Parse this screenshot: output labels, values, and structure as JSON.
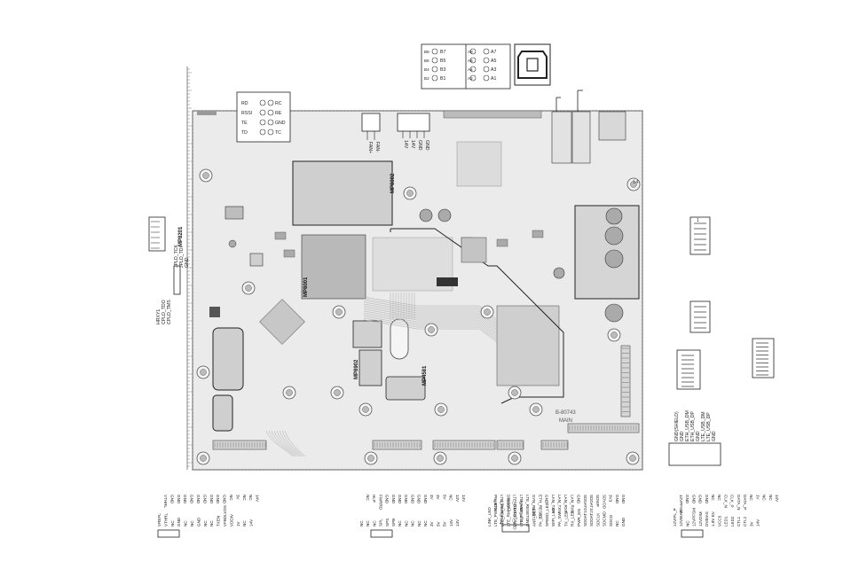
{
  "board": {
    "labels": {
      "mp8002": "MP8002",
      "mp8001": "MP8001",
      "mp8201": "MP8201",
      "mp8902": "MP8902",
      "mp4581": "MP4581",
      "board_id": "B-80743",
      "board_sub": "MAIN",
      "corner": "14",
      "pin1": "1"
    }
  },
  "connectors": {
    "b_row_top": [
      "B7",
      "B5",
      "B3",
      "B1"
    ],
    "b_row_bot": [
      "B8",
      "B6",
      "B4",
      "B2"
    ],
    "a_row_top": [
      "A7",
      "A5",
      "A3",
      "A1"
    ],
    "a_row_bot": [
      "A8",
      "A6",
      "A4",
      "A2"
    ],
    "rs_left": [
      "RD",
      "RSSI",
      "TE",
      "TD"
    ],
    "rs_right": [
      "RC",
      "RE",
      "GND",
      "TC"
    ],
    "fan": [
      "FAN+",
      "FAN-"
    ],
    "power": [
      "14V",
      "14V",
      "GND",
      "GND"
    ],
    "jtag_left": [
      "JPLD_TCK",
      "JPLD_TDI",
      "GND"
    ],
    "jtag_right": [
      "HRXY1",
      "CPLD_TDO",
      "CPLD_TMS"
    ],
    "usb_right": [
      "GND(SHIELD)",
      "GND",
      "ETH_USB_DM",
      "ETH_USB_DP",
      "GND",
      "LTE_USB_DM",
      "LTE_USB_DP",
      "GND"
    ],
    "bottom_1_a": [
      "VREFL",
      "VTHRL",
      "NC",
      "GND",
      "NC",
      "NC",
      "GND",
      "NC",
      "NC",
      "TXEN",
      "VFBDLVDS",
      "VDDIV",
      "1V",
      "NC",
      "14V"
    ],
    "bottom_1_b": [
      "VTHRL",
      "GND",
      "GND",
      "GND",
      "GND",
      "GND",
      "GND",
      "GND",
      "GND",
      "GND",
      "NC",
      "3V",
      "NC",
      "NC",
      "14V"
    ],
    "bottom_2_a": [
      "NC",
      "NC",
      "NC",
      "SPL",
      "SPS",
      "SPB",
      "NC",
      "NC",
      "NC",
      "NC",
      "NC",
      "3V",
      "5V",
      "5V",
      "14V",
      "14V"
    ],
    "bottom_2_b": [
      "NC",
      "HLP",
      "FWRRD",
      "GND",
      "GND",
      "GND",
      "GND",
      "GND",
      "GND",
      "GND",
      "3V",
      "3V",
      "5V",
      "NC",
      "14V",
      "14V"
    ],
    "bottom_3_a": [
      "LINK_LED",
      "LTE_PWROFF",
      "LTE_RM_RST",
      "LTE_RM_WKIN",
      "LTE_STATUS",
      "LTE_PWRAIN",
      "GND",
      "ANT_DET",
      "PA_EN",
      "SPEED_LED",
      "WIFI_LED",
      "PA_SW",
      "TX_LED",
      "RX_LED",
      "PWR_EN",
      "SDDAT1",
      "SDDAT2",
      "SDCLK",
      "SDCMD",
      "SDCD",
      "NC",
      "GND"
    ],
    "bottom_3_b": [
      "PN_RTS",
      "LTE_PWR_REQ",
      "DISCON",
      "LTE_STATUS_LED",
      "LTE_ANT_LED",
      "LTE_RESET",
      "SYN_RESET",
      "ETH_RESET",
      "GND",
      "LAN_TXP",
      "LAN_TXN",
      "LAN_RXP",
      "LAN_RXN",
      "GND",
      "SDDAT0",
      "SDDAT3",
      "SDWP",
      "SDVDD",
      "3V3",
      "GND",
      "GND"
    ],
    "bottom_4_a": [
      "12VIPL_P",
      "12VBIAS",
      "NC",
      "12VPFSM",
      "12VDIM",
      "DVBIAS",
      "1.8V EV",
      "VCC5",
      "LED1",
      "LED2",
      "CTL1",
      "CTL2",
      "3V",
      "14V"
    ],
    "bottom_4_b": [
      "12VPFSM",
      "GND",
      "GND",
      "GND",
      "GND",
      "NC",
      "NC",
      "CLK_N",
      "CLK_P",
      "DATA_N",
      "DATA_P",
      "NC",
      "1V",
      "NC",
      "NC",
      "14V"
    ]
  }
}
